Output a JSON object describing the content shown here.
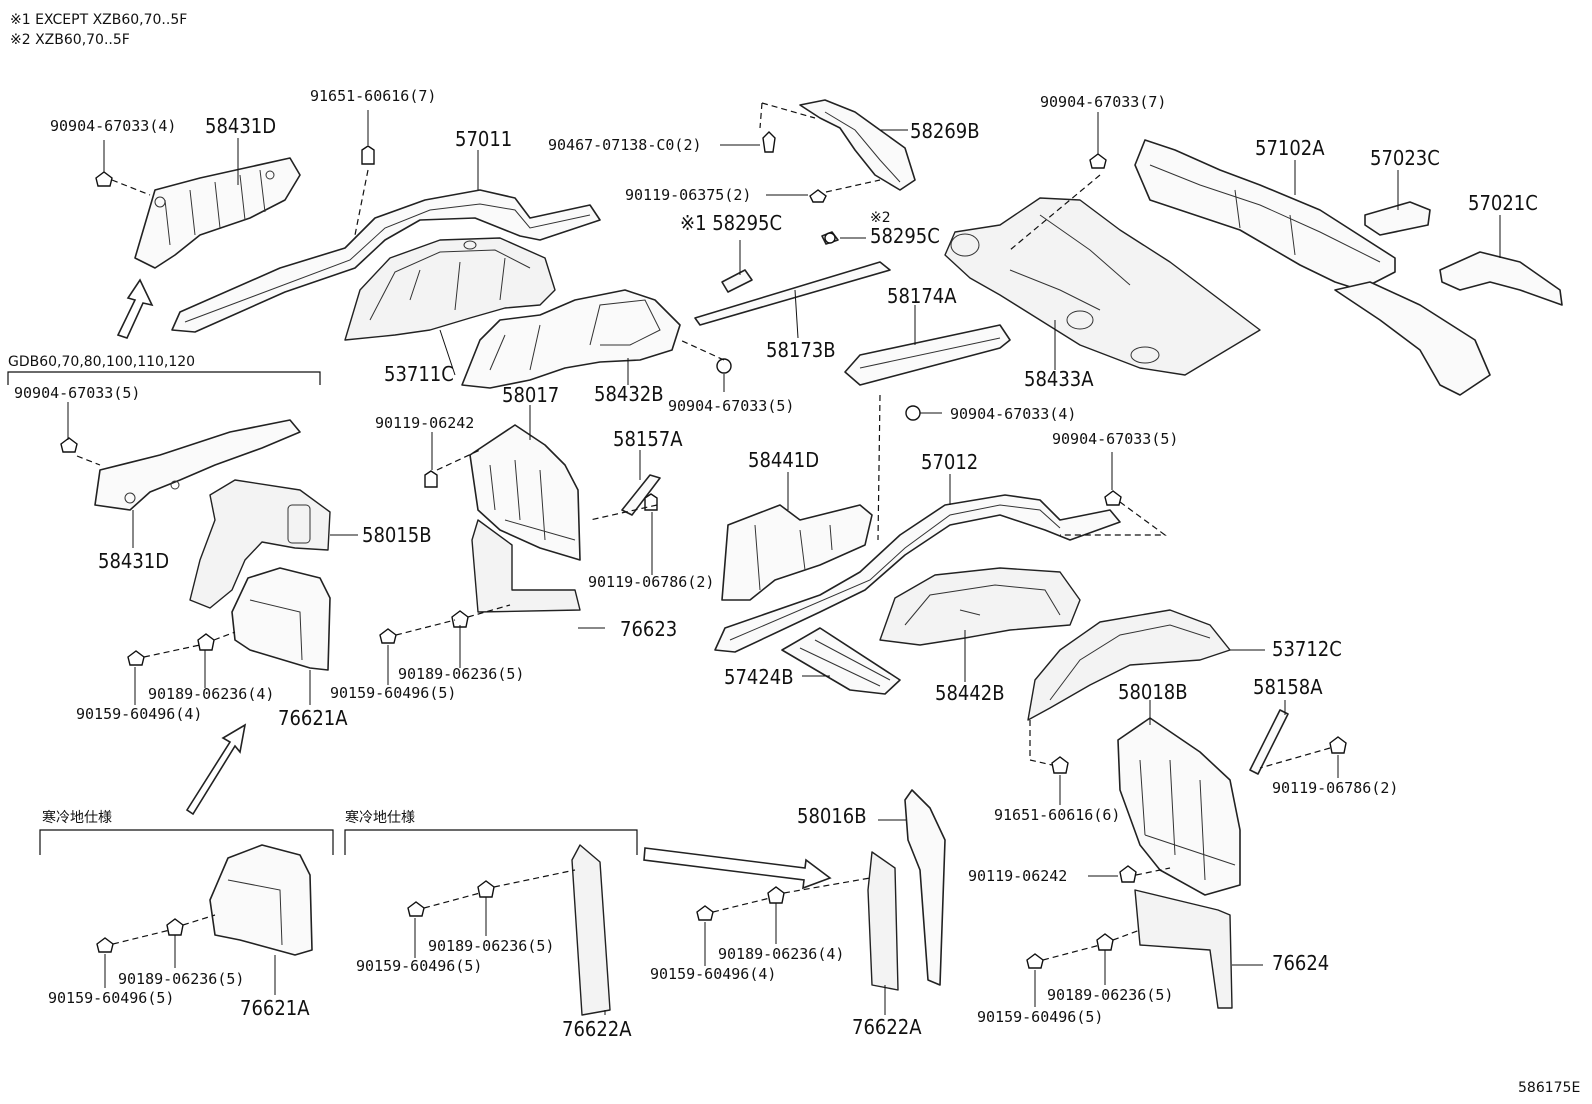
{
  "notes": {
    "note1": "※1 EXCEPT XZB60,70..5F",
    "note2": "※2 XZB60,70..5F",
    "gdb_header": "GDB60,70,80,100,110,120",
    "cold_spec_1": "寒冷地仕様",
    "cold_spec_2": "寒冷地仕様",
    "diagram_id": "586175E"
  },
  "labels": {
    "p90904_67033_4_top": "90904-67033(4)",
    "p58431D_top": "58431D",
    "p91651_60616_7": "91651-60616(7)",
    "p57011": "57011",
    "p90467_07138": "90467-07138-C0(2)",
    "p58269B": "58269B",
    "p90904_67033_7": "90904-67033(7)",
    "p57102A": "57102A",
    "p57023C": "57023C",
    "p57021C": "57021C",
    "p90119_06375": "90119-06375(2)",
    "p58295C_1": "※1 58295C",
    "p58295C_2_mark": "※2",
    "p58295C_2": "58295C",
    "p53711C": "53711C",
    "p58173B": "58173B",
    "p58174A": "58174A",
    "p58433A": "58433A",
    "p58432B": "58432B",
    "p90904_67033_5_mid": "90904-67033(5)",
    "p90904_67033_4_mid": "90904-67033(4)",
    "p90904_67033_5_left": "90904-67033(5)",
    "p90119_06242_top": "90119-06242",
    "p58017": "58017",
    "p58157A": "58157A",
    "p58441D": "58441D",
    "p57012": "57012",
    "p90904_67033_5_right": "90904-67033(5)",
    "p58431D_mid": "58431D",
    "p58015B": "58015B",
    "p90119_06786_2_mid": "90119-06786(2)",
    "p76623": "76623",
    "p90189_06236_5_mid": "90189-06236(5)",
    "p90159_60496_5_mid": "90159-60496(5)",
    "p57424B": "57424B",
    "p58442B": "58442B",
    "p53712C": "53712C",
    "p90189_06236_4_left": "90189-06236(4)",
    "p90159_60496_4_left": "90159-60496(4)",
    "p76621A_top": "76621A",
    "p58018B": "58018B",
    "p58158A": "58158A",
    "p90119_06786_2_right": "90119-06786(2)",
    "p91651_60616_6": "91651-60616(6)",
    "p58016B": "58016B",
    "p90119_06242_right": "90119-06242",
    "p90189_06236_5_c1": "90189-06236(5)",
    "p90159_60496_5_c1": "90159-60496(5)",
    "p76621A_bot": "76621A",
    "p90189_06236_5_c2": "90189-06236(5)",
    "p90159_60496_5_c2": "90159-60496(5)",
    "p76622A_c2": "76622A",
    "p90189_06236_4_c3": "90189-06236(4)",
    "p90159_60496_4_c3": "90159-60496(4)",
    "p76622A_c3": "76622A",
    "p90189_06236_5_br": "90189-06236(5)",
    "p90159_60496_5_br": "90159-60496(5)",
    "p76624": "76624"
  }
}
